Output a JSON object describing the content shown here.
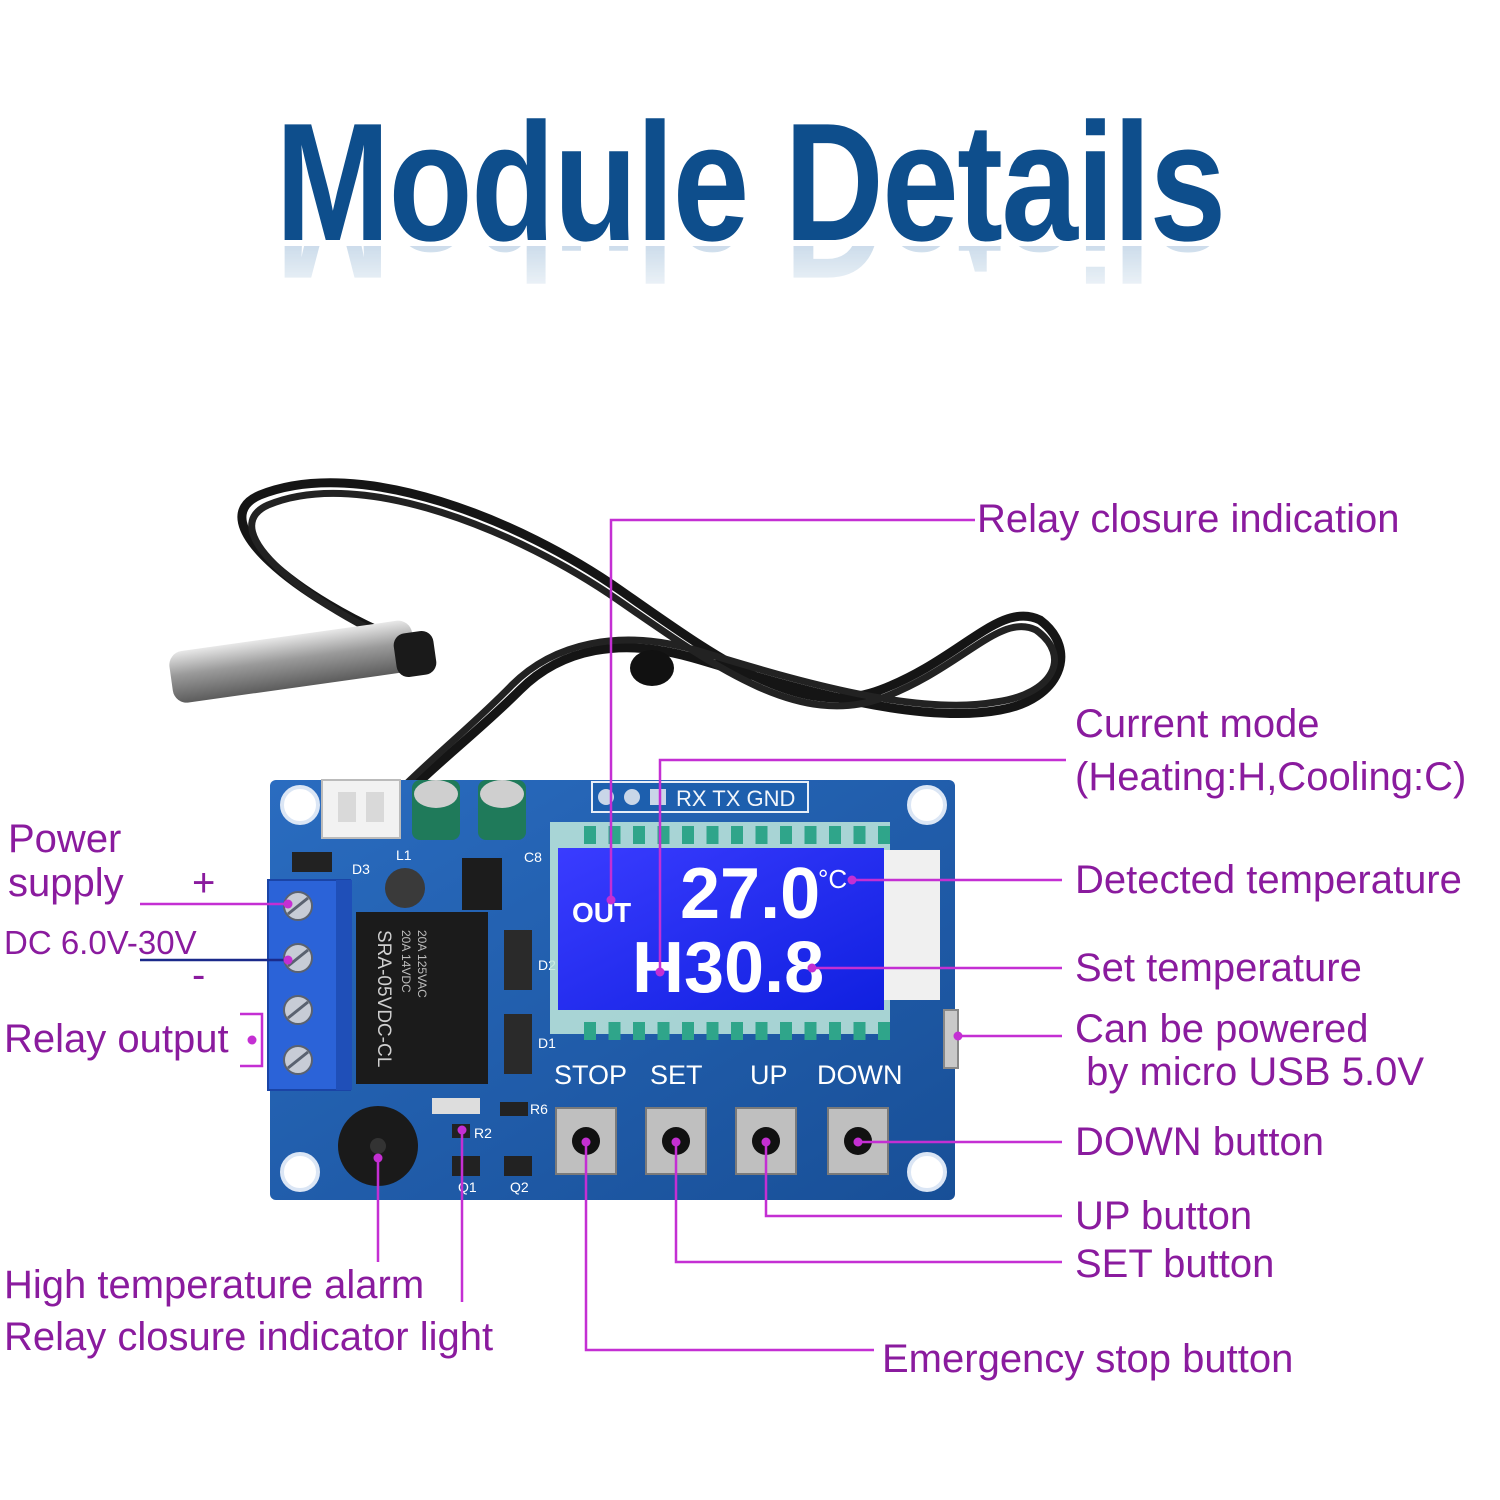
{
  "title": "Module Details",
  "labels": {
    "relay_closure_indication": "Relay closure indication",
    "current_mode_line1": "Current mode",
    "current_mode_line2": "(Heating:H,Cooling:C)",
    "detected_temperature": "Detected temperature",
    "set_temperature": "Set  temperature",
    "usb_line1": "Can be powered",
    "usb_line2": " by micro USB 5.0V",
    "down_button": "DOWN button",
    "up_button": "UP button",
    "set_button": "SET button",
    "emergency_stop": "Emergency stop button",
    "power_line1": "Power",
    "power_line2": "supply",
    "plus": "+",
    "minus": "-",
    "dc_range": "DC 6.0V-30V",
    "relay_output": "Relay output",
    "high_temp_alarm": "High temperature alarm",
    "relay_indicator_light": "Relay closure indicator light"
  },
  "board": {
    "header_pins": "RX TX GND",
    "lcd_out": "OUT",
    "lcd_temp": "27.0",
    "lcd_unit": "°C",
    "lcd_set": "H30.8",
    "relay_model": "SRA-05VDC-CL",
    "relay_spec1": "20A 14VDC",
    "relay_spec2": "20A 125VAC",
    "btn_stop": "STOP",
    "btn_set": "SET",
    "btn_up": "UP",
    "btn_down": "DOWN",
    "silk_d3": "D3",
    "silk_l1": "L1",
    "silk_c8": "C8",
    "silk_d1": "D1",
    "silk_d2": "D2",
    "silk_r6": "R6",
    "silk_r2": "R2",
    "silk_q1": "Q1",
    "silk_q2": "Q2"
  },
  "colors": {
    "title": "#0e4e8c",
    "leader": "#c42fd3",
    "label": "#8a1b9e",
    "pcb": "#1d5fae",
    "lcd": "#1f2cff",
    "terminal": "#2b63d8"
  }
}
